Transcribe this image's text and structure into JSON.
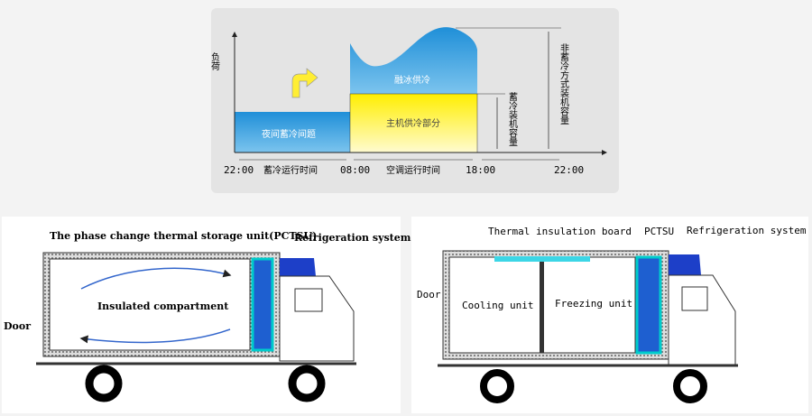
{
  "chart_panel": {
    "y_axis_label": "负荷",
    "night_storage": "夜间蓄冷间题",
    "ice_melt": "融冰供冷",
    "chiller": "主机供冷部分",
    "storage_capacity": "蓄冷装机容量",
    "non_storage_capacity": "非蓄冷方式装机容量",
    "times": [
      "22:00",
      "08:00",
      "18:00",
      "22:00"
    ],
    "storage_period": "蓄冷运行时间",
    "ac_period": "空调运行时间"
  },
  "truck1": {
    "title": "The phase change thermal storage unit(PCTSU)",
    "refrigeration": "Refrigeration system",
    "door": "Door",
    "compartment": "Insulated compartment"
  },
  "truck2": {
    "board": "Thermal insulation board",
    "pctsu": "PCTSU",
    "refrigeration": "Refrigeration system",
    "door": "Door",
    "cooling": "Cooling unit",
    "freezing": "Freezing unit"
  }
}
